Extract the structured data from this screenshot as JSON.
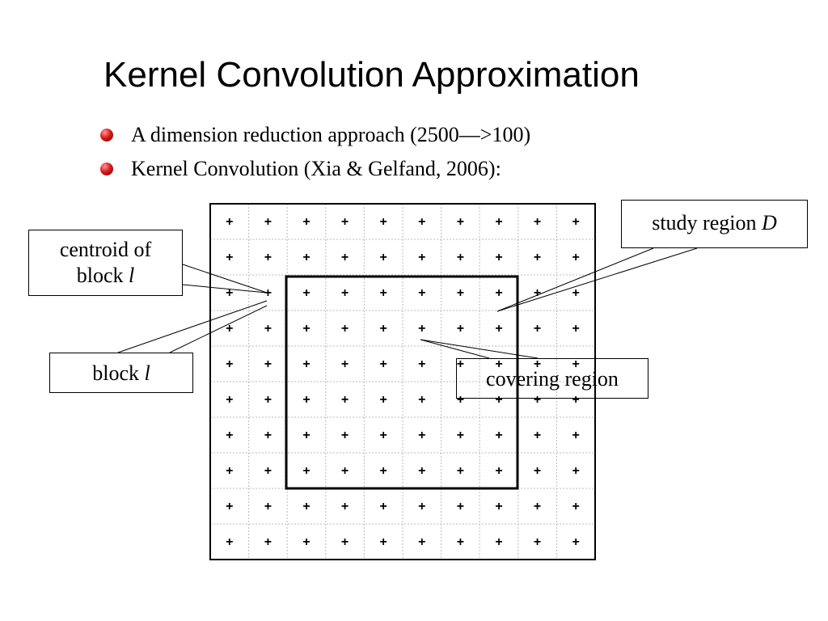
{
  "title": "Kernel Convolution Approximation",
  "bullets": [
    "A dimension reduction approach (2500—>100)",
    "Kernel Convolution (Xia & Gelfand, 2006):"
  ],
  "callouts": {
    "study_region": {
      "text": "study region ",
      "symbol": "D"
    },
    "centroid": {
      "line1": "centroid of",
      "line2": "block ",
      "symbol": "l"
    },
    "block": {
      "text": "block ",
      "symbol": "l"
    },
    "covering_region": {
      "text": "covering region"
    }
  },
  "grid": {
    "rows": 10,
    "cols": 10,
    "marker": "+"
  },
  "colors": {
    "bullet": "#cc0000",
    "grid_lines": "#bbbbbb",
    "ink": "#000000"
  }
}
